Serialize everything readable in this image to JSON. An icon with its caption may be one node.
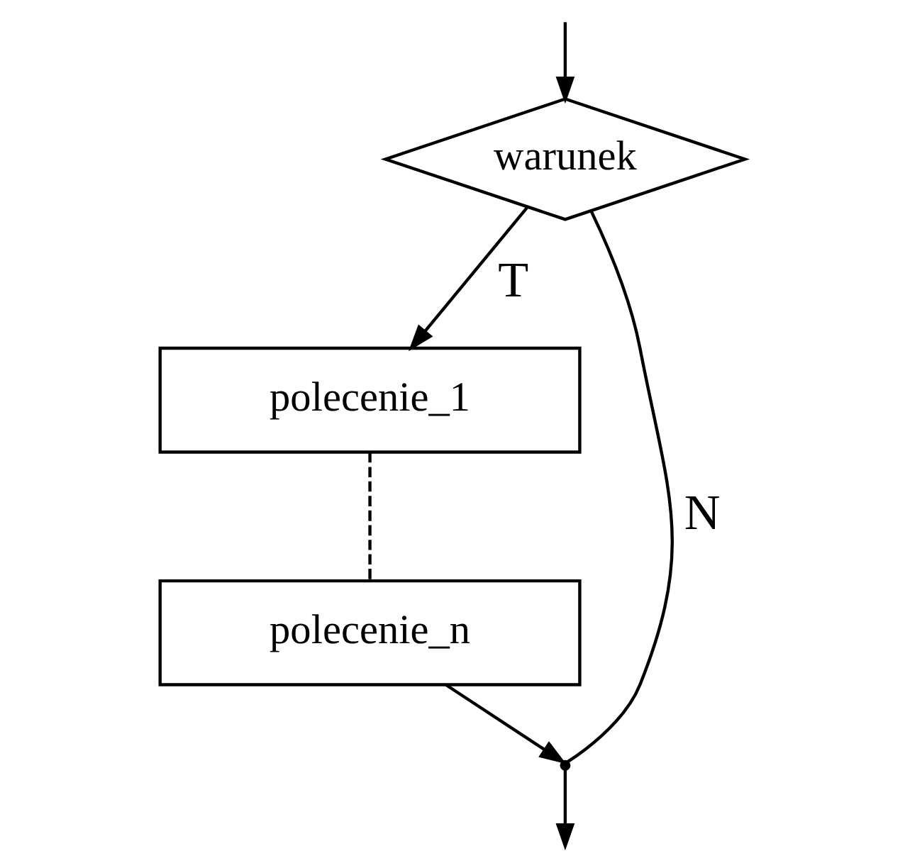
{
  "diagram": {
    "nodes": [
      {
        "text": [
          "warunek"
        ]
      },
      {
        "text": [
          "polecenie_1"
        ]
      },
      {
        "text": [
          "polecenie_n"
        ]
      },
      {
        "text": [],
        "shape": "point"
      }
    ],
    "edges": [
      {
        "from": null,
        "to": 0,
        "arrow": "to"
      },
      {
        "from": 0,
        "to": 1,
        "arrow": "to",
        "label": "T"
      },
      {
        "from": 1,
        "to": 2,
        "arrow": "none",
        "style": "dashed"
      },
      {
        "from": 0,
        "to": 3,
        "arrow": "none",
        "label": "N"
      },
      {
        "from": 2,
        "to": 3,
        "arrow": "to"
      },
      {
        "from": 3,
        "to": null,
        "arrow": "to"
      }
    ]
  }
}
